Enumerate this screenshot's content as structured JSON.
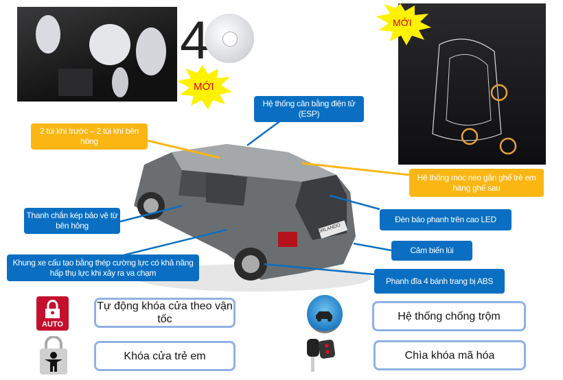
{
  "badges": {
    "new_left": "MỚI",
    "new_right": "MỚI",
    "airbag_count": "4"
  },
  "callouts": {
    "esp": "Hệ thống cân bằng điện tử (ESP)",
    "airbags": "2 túi khí trước – 2 túi khí bên hông",
    "child_seat_anchor": "Hệ thống móc neo gắn ghế trẻ em hàng ghế sau",
    "side_beams": "Thanh chắn kép bảo vệ từ bên hông",
    "led_brake_light": "Đèn báo phanh trên cao LED",
    "reverse_sensor": "Cảm biến lùi",
    "steel_frame": "Khung xe cấu tạo bằng thép cường lực có khả năng hấp thụ lực khi xảy ra va chạm",
    "abs_brakes": "Phanh đĩa 4 bánh trang bị ABS"
  },
  "features": {
    "auto_lock": "Tự động khóa cửa theo vận tốc",
    "auto_icon_label": "AUTO",
    "child_lock": "Khóa cửa trẻ em",
    "anti_theft": "Hệ thống chống trộm",
    "coded_key": "Chìa khóa mã hóa"
  },
  "car": {
    "plate": "ORLANDO"
  },
  "colors": {
    "blue": "#0a6fc2",
    "yellow": "#fbb613",
    "border": "#8fb1e3",
    "star": "#fff200",
    "red_text": "#e0001b"
  }
}
